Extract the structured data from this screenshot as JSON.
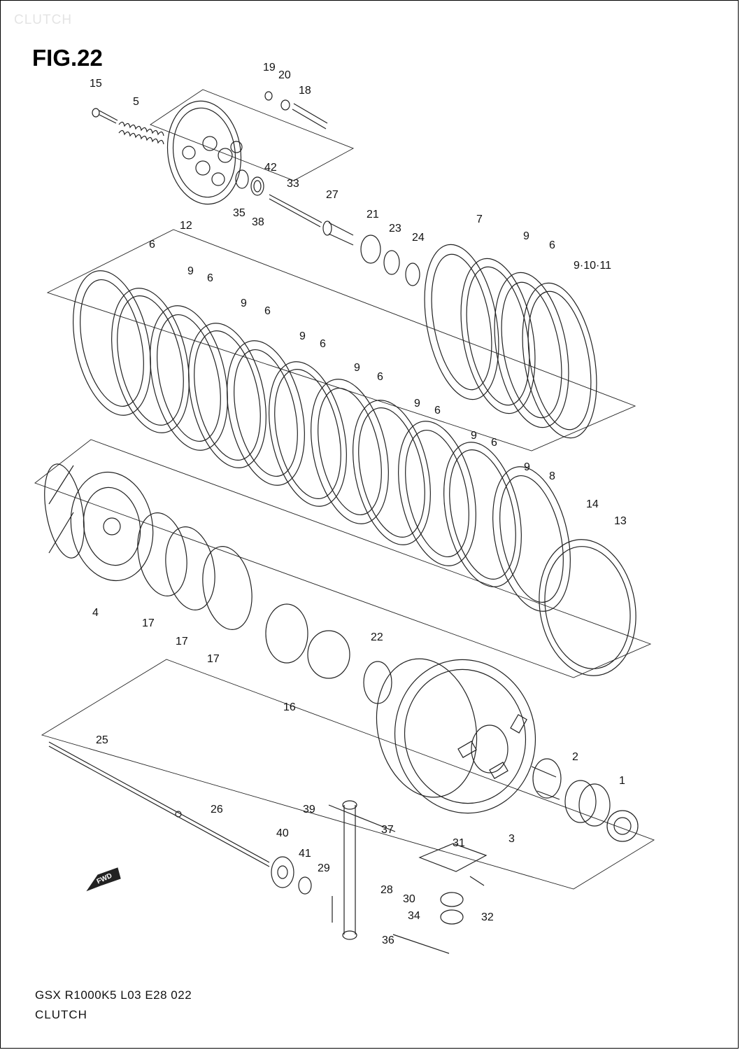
{
  "header": {
    "watermark": "CLUTCH",
    "figure_title": "FIG.22"
  },
  "callouts": {
    "c19": "19",
    "c20": "20",
    "c18": "18",
    "c15": "15",
    "c5": "5",
    "c42": "42",
    "c33": "33",
    "c27": "27",
    "c35": "35",
    "c38": "38",
    "c12": "12",
    "c21": "21",
    "c23": "23",
    "c24": "24",
    "c7": "7",
    "c9a": "9",
    "c6a": "6",
    "c91011": "9·10·11",
    "c6b": "6",
    "c9b": "9",
    "c6c": "6",
    "c9c": "9",
    "c6d": "6",
    "c9d": "9",
    "c6e": "6",
    "c9e": "9",
    "c6f": "6",
    "c9f": "9",
    "c6g": "6",
    "c9g": "9",
    "c6h": "6",
    "c9h": "9",
    "c8": "8",
    "c14": "14",
    "c13": "13",
    "c4": "4",
    "c17a": "17",
    "c17b": "17",
    "c17c": "17",
    "c22": "22",
    "c16": "16",
    "c25": "25",
    "c2": "2",
    "c1": "1",
    "c26": "26",
    "c39": "39",
    "c37": "37",
    "c3": "3",
    "c40": "40",
    "c41": "41",
    "c29": "29",
    "c31": "31",
    "c28": "28",
    "c30": "30",
    "c34": "34",
    "c32": "32",
    "c36": "36"
  },
  "fwd_arrow_label": "FWD",
  "footer": {
    "model_code": "GSX R1000K5 L03 E28 022",
    "section_name": "CLUTCH"
  }
}
